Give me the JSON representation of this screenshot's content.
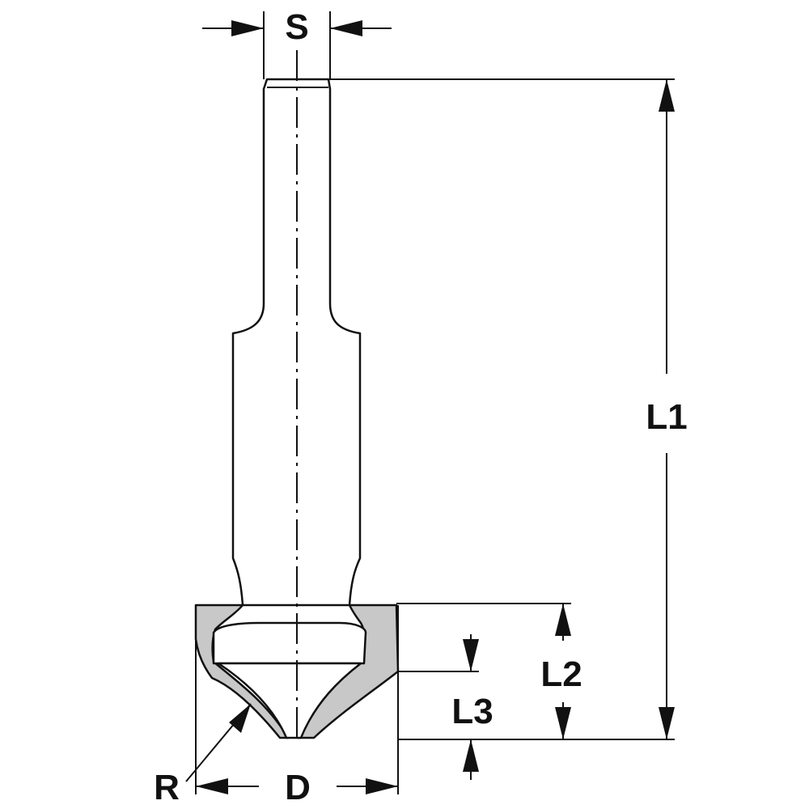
{
  "labels": {
    "shank_diameter": "S",
    "overall_length": "L1",
    "cutting_height": "L2",
    "tip_height": "L3",
    "radius": "R",
    "cutting_diameter": "D"
  },
  "colors": {
    "line": "#111111",
    "carbide_insert": "#c8c8c8",
    "background": "#ffffff"
  }
}
